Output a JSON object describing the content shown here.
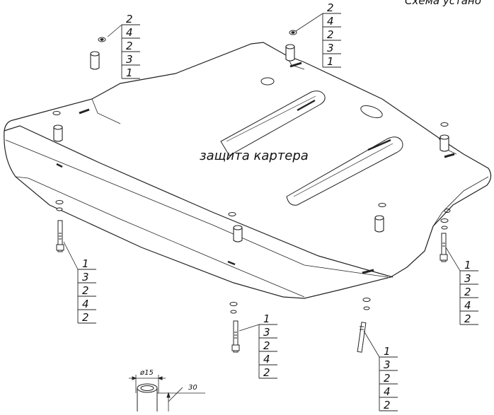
{
  "header": {
    "title": "Схема устано"
  },
  "plate": {
    "label": "защита картера"
  },
  "callouts": [
    {
      "id": "top-left",
      "items": [
        "2",
        "4",
        "2",
        "3",
        "1"
      ]
    },
    {
      "id": "top-right",
      "items": [
        "2",
        "4",
        "2",
        "3",
        "1"
      ]
    },
    {
      "id": "left-bolt",
      "items": [
        "1",
        "3",
        "2",
        "4",
        "2"
      ]
    },
    {
      "id": "center-bolt",
      "items": [
        "1",
        "3",
        "2",
        "4",
        "2"
      ]
    },
    {
      "id": "bottom-bolt",
      "items": [
        "1",
        "3",
        "2",
        "4",
        "2"
      ]
    },
    {
      "id": "right-bolt",
      "items": [
        "1",
        "3",
        "2",
        "4",
        "2"
      ]
    }
  ],
  "spacer_detail": {
    "diameter_label": "ø15",
    "length_label": "30"
  }
}
